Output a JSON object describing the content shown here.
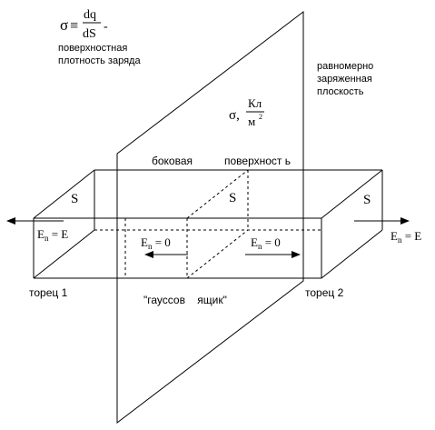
{
  "labels": {
    "sigma_def": {
      "sigma": "σ",
      "equiv": "≡",
      "num": "dq",
      "den": "dS",
      "dash": "-"
    },
    "surface_density_1": "поверхностная",
    "surface_density_2": "плотность заряда",
    "plane_1": "равномерно",
    "plane_2": "заряженная",
    "plane_3": "плоскость",
    "sigma_unit": {
      "sigma": "σ,",
      "num": "Кл",
      "den": "м",
      "den_sup": "2"
    },
    "lateral_1": "боковая",
    "lateral_2": "поверхност ь",
    "area_left": "S",
    "area_middle": "S",
    "area_right": "S",
    "field_left": {
      "E": "E",
      "sub": "n",
      "rest": " = E"
    },
    "field_right": {
      "E": "E",
      "sub": "n",
      "rest": " = E"
    },
    "field_inner_left": {
      "E": "E",
      "sub": "n",
      "rest": " = 0"
    },
    "field_inner_right": {
      "E": "E",
      "sub": "n",
      "rest": " = 0"
    },
    "end_1": "торец 1",
    "end_2": "торец 2",
    "gauss_box": "\"гауссов    ящик\""
  }
}
